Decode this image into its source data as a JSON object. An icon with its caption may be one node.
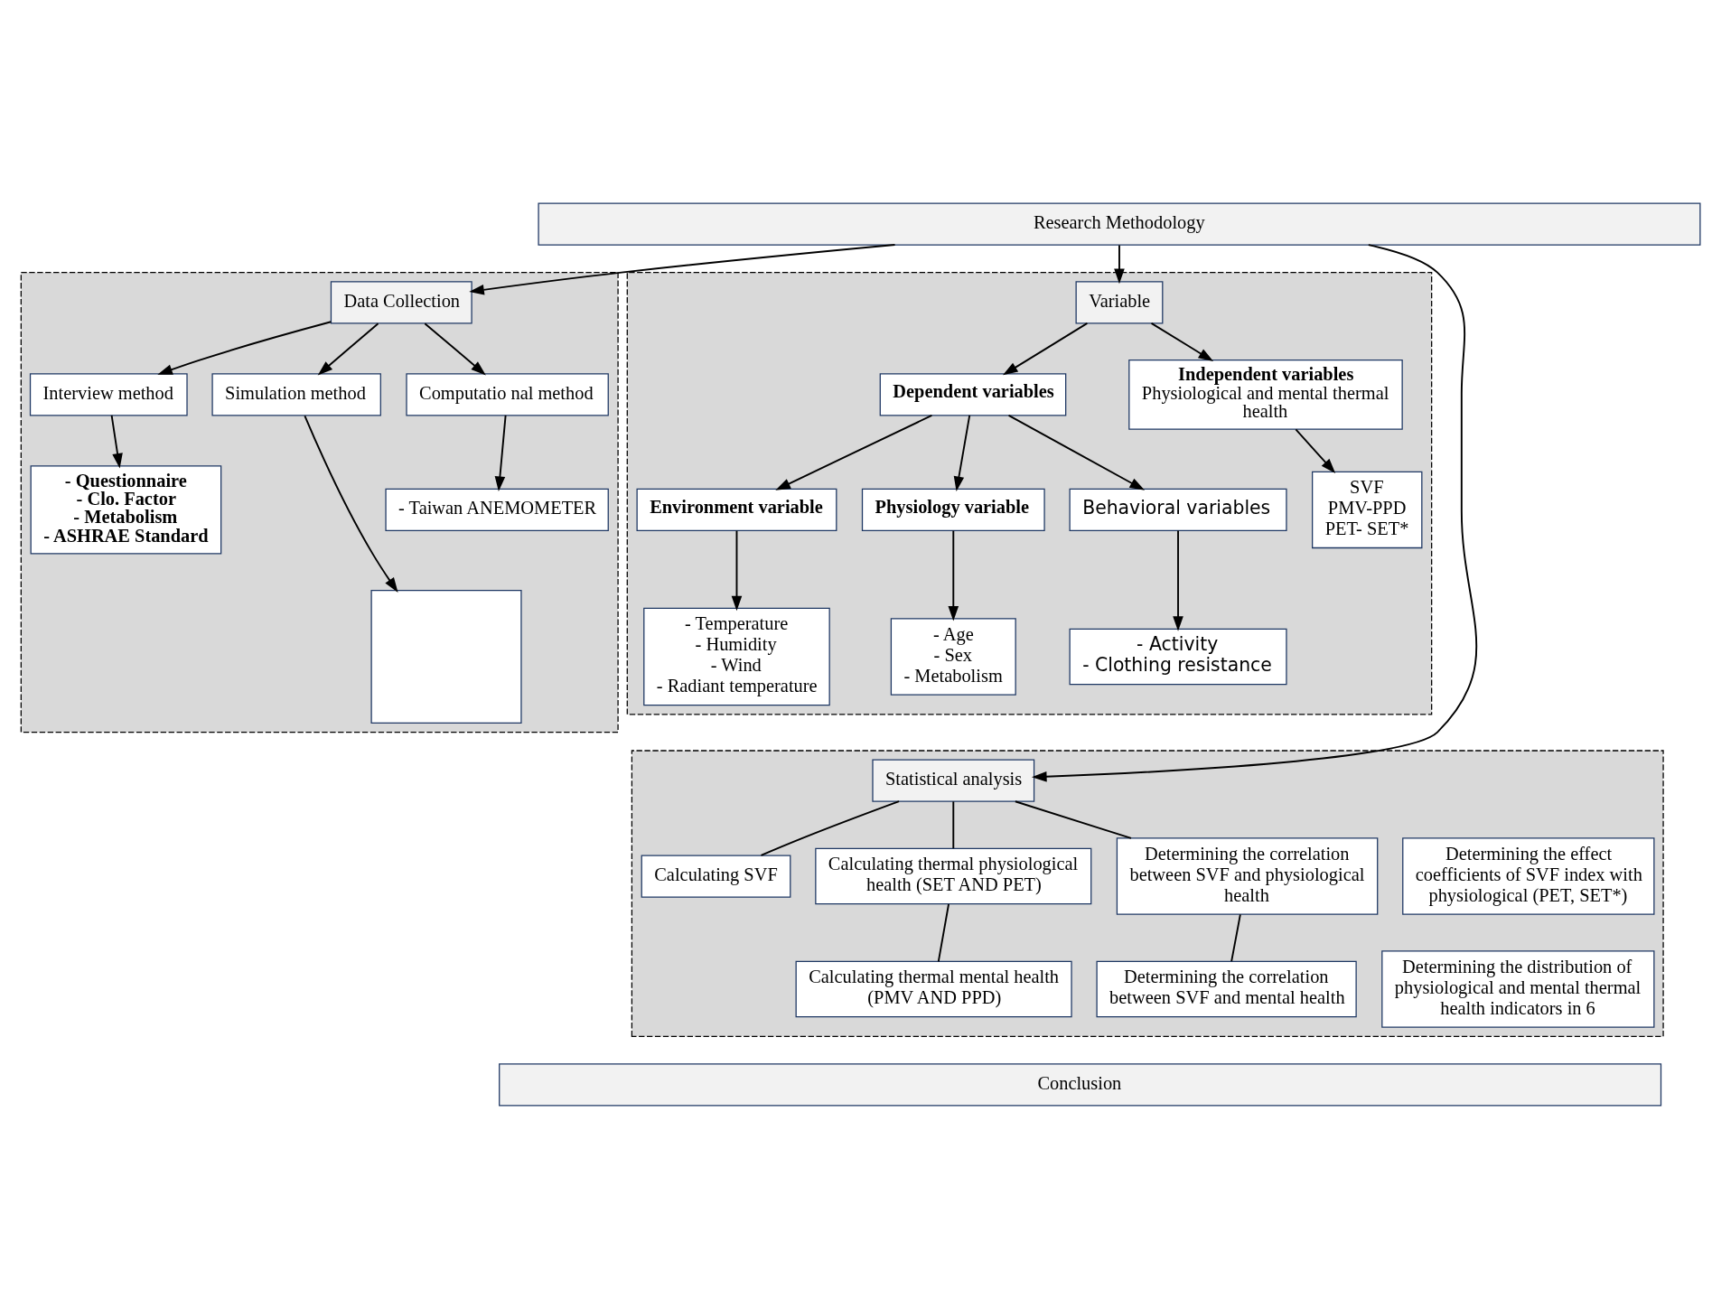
{
  "diagram": {
    "nodes": [
      {
        "text": [
          "Research Methodology"
        ]
      },
      {
        "text": [],
        "shape": "box"
      },
      {
        "text": [
          "Data Collection"
        ],
        "in": 1
      },
      {
        "text": [
          "Interview method"
        ],
        "in": 1
      },
      {
        "text": [
          "Simulation method"
        ],
        "in": 1
      },
      {
        "text": [
          "Computatio nal method"
        ],
        "in": 1
      },
      {
        "text": [
          "- Questionnaire",
          "- Clo. Factor",
          "- Metabolism",
          "- ASHRAE Standard"
        ],
        "in": 1
      },
      {
        "text": [],
        "shape": "box",
        "in": 1
      },
      {
        "text": [
          "- Taiwan ANEMOMETER"
        ],
        "in": 1
      },
      {
        "text": [],
        "shape": "box"
      },
      {
        "text": [
          "Variable"
        ],
        "in": 9
      },
      {
        "text": [
          "Dependent variables"
        ],
        "in": 9
      },
      {
        "text": [
          "Independent variables",
          "Physiological and mental thermal health"
        ],
        "in": 9
      },
      {
        "text": [
          "Environment variable"
        ],
        "in": 9
      },
      {
        "text": [
          "Physiology variable"
        ],
        "in": 9
      },
      {
        "text": [
          "Behavioral variables"
        ],
        "in": 9
      },
      {
        "text": [
          "SVF",
          "PMV-PPD",
          "PET- SET*"
        ],
        "in": 9
      },
      {
        "text": [
          "- Temperature",
          "- Humidity",
          "- Wind",
          "- Radiant temperature"
        ],
        "in": 9
      },
      {
        "text": [
          "- Age",
          "- Sex",
          "- Metabolism"
        ],
        "in": 9
      },
      {
        "text": [
          "- Activity",
          "- Clothing resistance"
        ],
        "in": 9
      },
      {
        "text": [],
        "shape": "box"
      },
      {
        "text": [
          "Statistical analysis"
        ],
        "in": 20
      },
      {
        "text": [
          "Calculating SVF"
        ],
        "in": 20
      },
      {
        "text": [
          "Calculating thermal physiological health (SET AND PET)"
        ],
        "in": 20
      },
      {
        "text": [
          "Determining the correlation between SVF and physiological health"
        ],
        "in": 20
      },
      {
        "text": [
          "Determining the effect coefficients of SVF index with physiological (PET, SET*)"
        ],
        "in": 20
      },
      {
        "text": [
          "Calculating thermal mental health (PMV AND PPD)"
        ],
        "in": 20
      },
      {
        "text": [
          "Determining the correlation between SVF and mental health"
        ],
        "in": 20
      },
      {
        "text": [
          "Determining the distribution of physiological and mental thermal health indicators in 6"
        ],
        "in": 20
      },
      {
        "text": [
          "Conclusion"
        ]
      }
    ],
    "edges": [
      {
        "from": 0,
        "to": 2,
        "arrow": "to"
      },
      {
        "from": 0,
        "to": 10,
        "arrow": "to"
      },
      {
        "from": 0,
        "to": 21,
        "arrow": "to"
      },
      {
        "from": 2,
        "to": 3,
        "arrow": "to"
      },
      {
        "from": 2,
        "to": 4,
        "arrow": "to"
      },
      {
        "from": 2,
        "to": 5,
        "arrow": "to"
      },
      {
        "from": 3,
        "to": 6,
        "arrow": "to"
      },
      {
        "from": 4,
        "to": 7,
        "arrow": "to"
      },
      {
        "from": 5,
        "to": 8,
        "arrow": "to"
      },
      {
        "from": 10,
        "to": 11,
        "arrow": "to"
      },
      {
        "from": 10,
        "to": 12,
        "arrow": "to"
      },
      {
        "from": 11,
        "to": 13,
        "arrow": "to"
      },
      {
        "from": 11,
        "to": 14,
        "arrow": "to"
      },
      {
        "from": 11,
        "to": 15,
        "arrow": "to"
      },
      {
        "from": 12,
        "to": 16,
        "arrow": "to"
      },
      {
        "from": 13,
        "to": 17,
        "arrow": "to"
      },
      {
        "from": 14,
        "to": 18,
        "arrow": "to"
      },
      {
        "from": 15,
        "to": 19,
        "arrow": "to"
      },
      {
        "from": 21,
        "to": 22,
        "arrow": "none"
      },
      {
        "from": 21,
        "to": 23,
        "arrow": "none"
      },
      {
        "from": 21,
        "to": 24,
        "arrow": "none"
      },
      {
        "from": 23,
        "to": 26,
        "arrow": "none"
      },
      {
        "from": 24,
        "to": 27,
        "arrow": "none"
      }
    ]
  }
}
